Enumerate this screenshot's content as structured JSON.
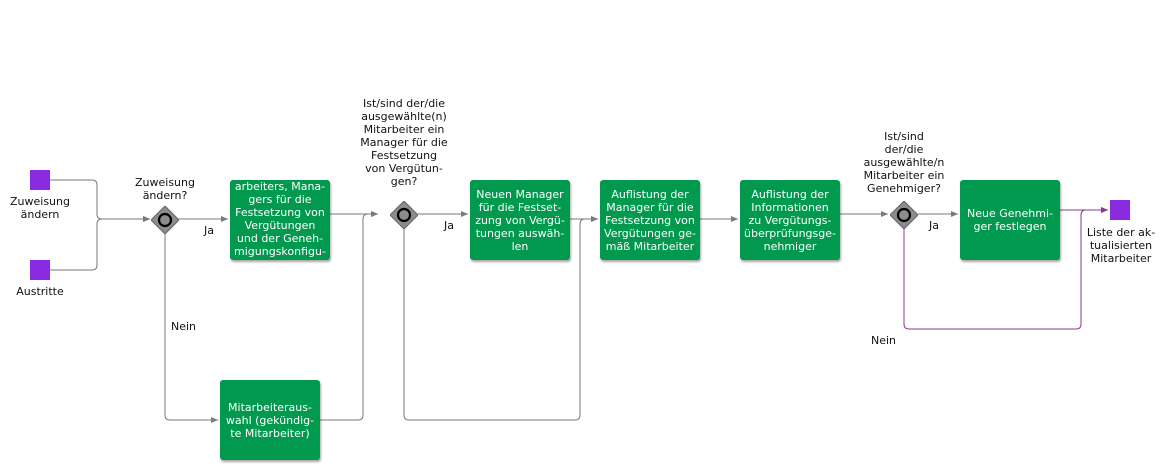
{
  "colors": {
    "task": "#00994d",
    "event": "#8a2be2",
    "flow": "#7a7a7a",
    "flow_alt": "#8a3a8a",
    "gateway": "#8c8c8c"
  },
  "events": {
    "start_change": "Zuweisung\nändern",
    "start_exit": "Austritte",
    "end": "Liste der ak-\ntualisierten\nMitarbeiter"
  },
  "tasks": {
    "t1": "arbeiters, Mana-\ngers für die\nFestsetzung von\nVergütungen\nund der Geneh-\nmigungskonfigu-",
    "t2": "Mitarbeiteraus-\nwahl (gekündig-\nte Mitarbeiter)",
    "t3": "Neuen Manager\nfür die Festset-\nzung von Vergü-\ntungen auswäh-\nlen",
    "t4": "Auflistung der\nManager für die\nFestsetzung von\nVergütungen ge-\nmäß Mitarbeiter",
    "t5": "Auflistung der\nInformationen\nzu Vergütungs-\nüberprüfungsge-\nnehmiger",
    "t6": "Neue Genehmi-\nger festlegen"
  },
  "gateways": {
    "g1": "Zuweisung\nändern?",
    "g2": "Ist/sind der/die\nausgewählte(n)\nMitarbeiter ein\nManager für die\nFestsetzung\nvon Vergütun-\ngen?",
    "g3": "Ist/sind\nder/die\nausgewählte/n\nMitarbeiter ein\nGenehmiger?"
  },
  "flow_labels": {
    "g1_yes": "Ja",
    "g1_no": "Nein",
    "g2_yes": "Ja",
    "g3_yes": "Ja",
    "g3_no": "Nein"
  }
}
